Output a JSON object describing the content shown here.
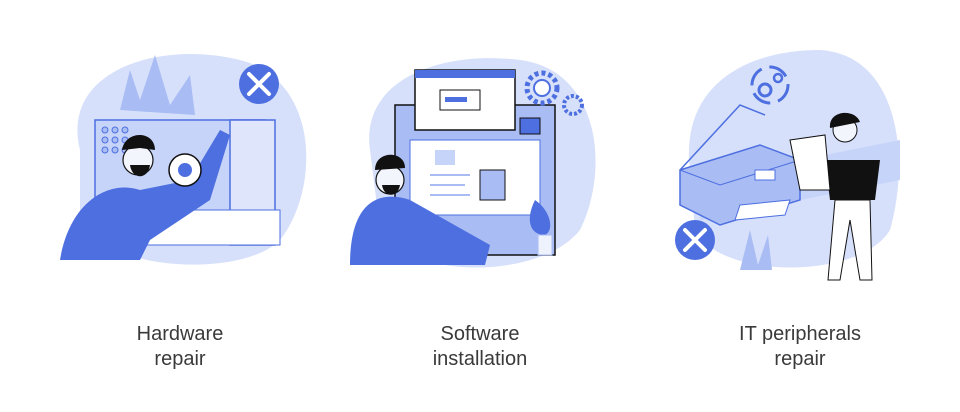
{
  "colors": {
    "primary": "#4d6fe0",
    "light": "#c7d4fa",
    "mid": "#a9bcf4",
    "dark": "#111111",
    "text": "#3a3a3a"
  },
  "panels": [
    {
      "title_line1": "Hardware",
      "title_line2": "repair",
      "badge_icon": "tools-icon"
    },
    {
      "title_line1": "Software",
      "title_line2": "installation",
      "badge_icon": "gears-icon"
    },
    {
      "title_line1": "IT peripherals",
      "title_line2": "repair",
      "badge_icon": "tools-icon"
    }
  ]
}
